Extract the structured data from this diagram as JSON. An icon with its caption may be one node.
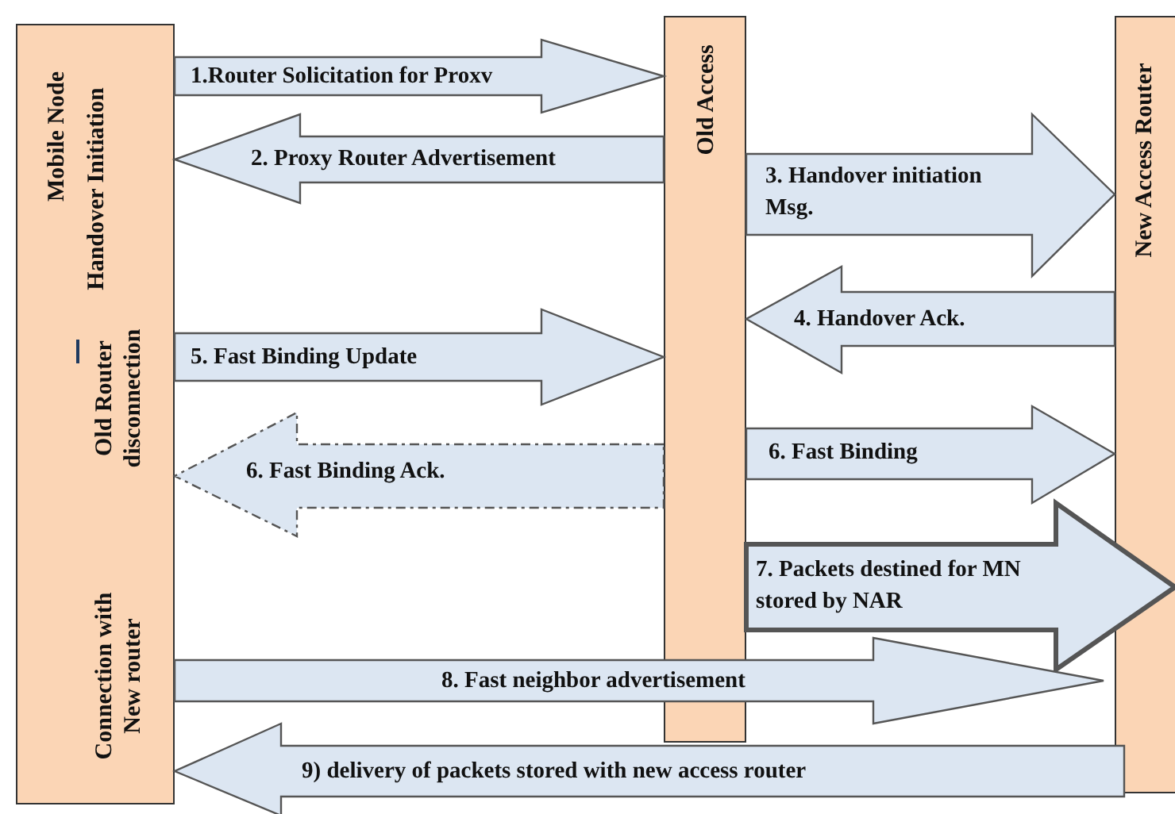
{
  "diagram": {
    "nodes": [
      {
        "text": [
          "Mobile Node",
          "Handover Initiation",
          "Old Router disconnection",
          "Connection with New router"
        ]
      },
      {
        "text": [
          "Old Access"
        ]
      },
      {
        "text": [
          "New Access Router"
        ]
      }
    ],
    "edges": [
      {
        "from": 0,
        "to": 1,
        "arrow": "to",
        "label": "1.Router Solicitation for Proxv"
      },
      {
        "from": 1,
        "to": 0,
        "arrow": "to",
        "label": "2. Proxy Router Advertisement"
      },
      {
        "from": 1,
        "to": 2,
        "arrow": "to",
        "label": "3. Handover initiation Msg."
      },
      {
        "from": 2,
        "to": 1,
        "arrow": "to",
        "label": "4. Handover Ack."
      },
      {
        "from": 0,
        "to": 1,
        "arrow": "to",
        "label": "5. Fast Binding Update"
      },
      {
        "from": 1,
        "to": 0,
        "arrow": "to",
        "label": "6. Fast Binding Ack.",
        "style": "dashed"
      },
      {
        "from": 1,
        "to": 2,
        "arrow": "to",
        "label": "6. Fast Binding"
      },
      {
        "from": 1,
        "to": 2,
        "arrow": "to",
        "label": "7. Packets destined for MN stored by NAR",
        "style": "thick"
      },
      {
        "from": 0,
        "to": 2,
        "arrow": "to",
        "label": "8. Fast neighbor advertisement"
      },
      {
        "from": 2,
        "to": 0,
        "arrow": "to",
        "label": "9) delivery of packets stored with new access router"
      }
    ]
  }
}
